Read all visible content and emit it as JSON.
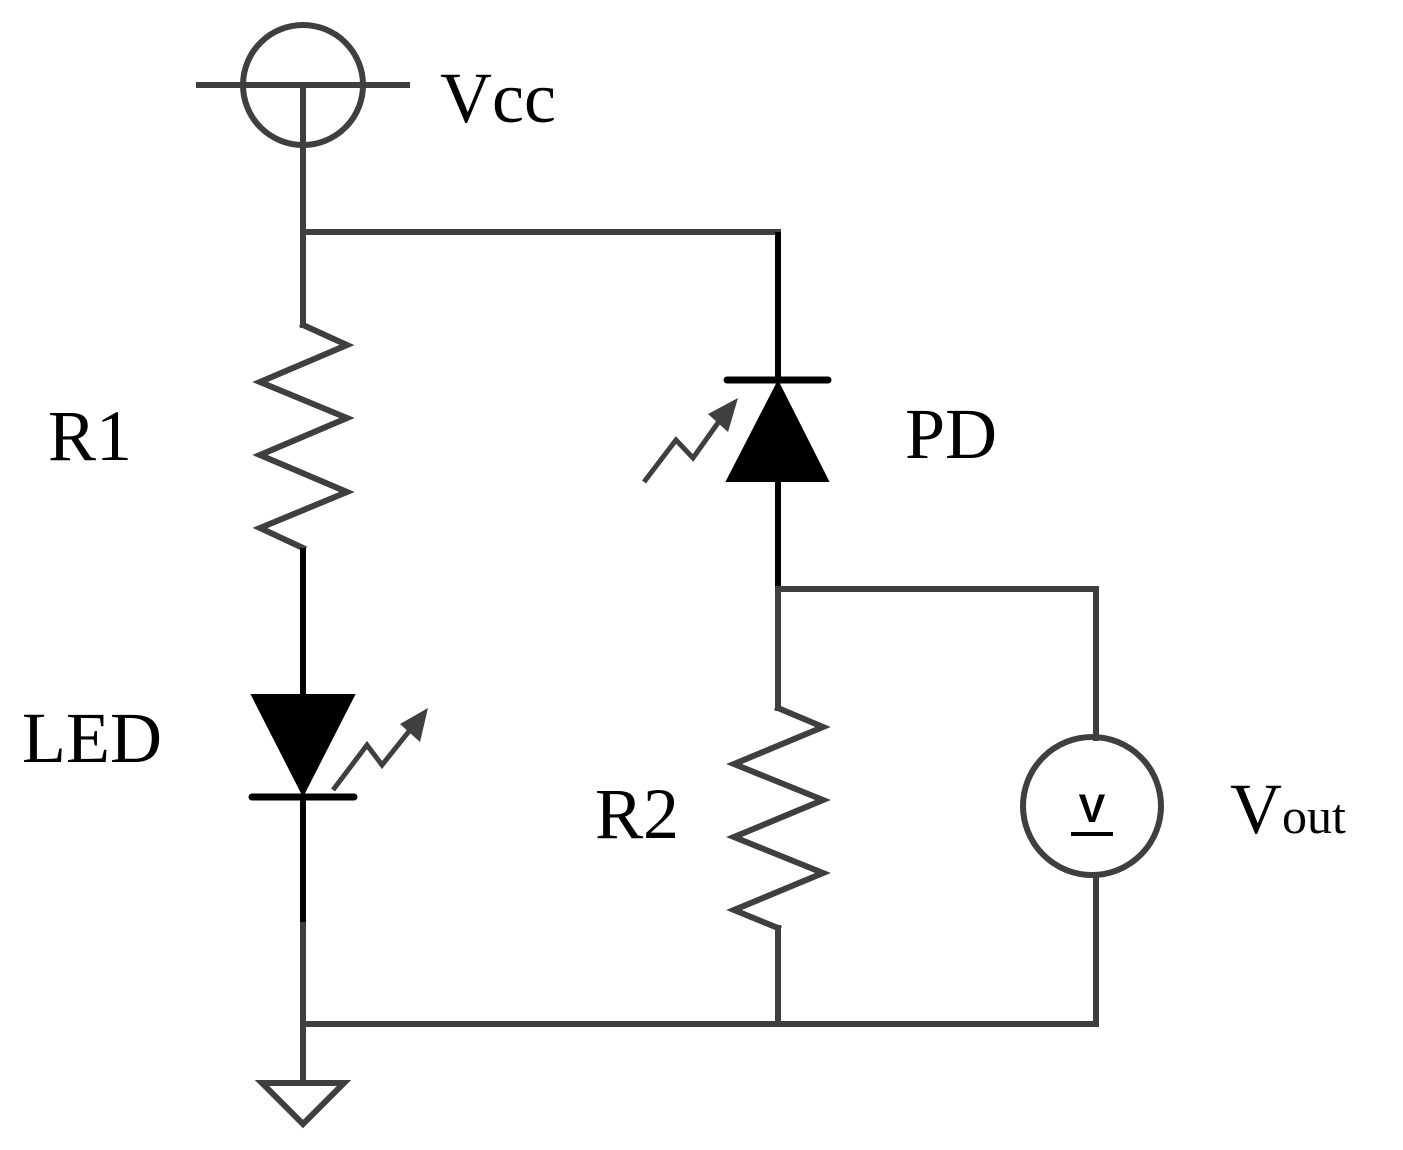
{
  "labels": {
    "vcc": "Vcc",
    "r1": "R1",
    "led": "LED",
    "pd": "PD",
    "r2": "R2",
    "vout_main": "V",
    "vout_sub": "out",
    "meter_symbol": "V"
  },
  "colors": {
    "wire": "#3f3f3f",
    "component": "#000000",
    "background": "#ffffff"
  },
  "icons": {
    "supply": "vcc-source-circle-icon",
    "ground": "ground-triangle-icon",
    "led_emission": "light-emission-arrow-icon",
    "pd_reception": "light-reception-arrow-icon",
    "voltmeter": "voltmeter-circle-icon"
  }
}
